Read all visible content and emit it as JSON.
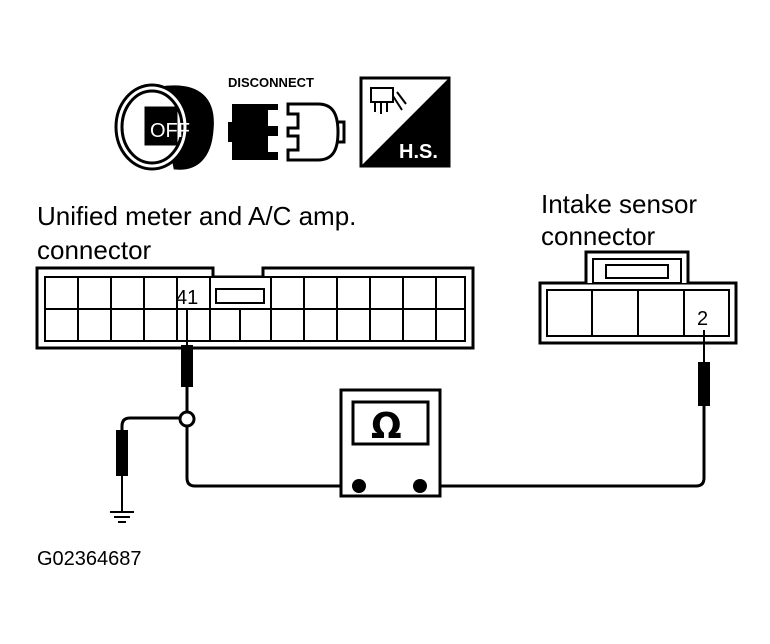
{
  "icons": {
    "ignition": {
      "icon": "ignition-key-off-icon",
      "text": "OFF"
    },
    "disconnect": {
      "icon": "disconnect-connector-icon",
      "text": "DISCONNECT"
    },
    "harness": {
      "icon": "harness-side-icon",
      "text": "H.S."
    }
  },
  "connector_left": {
    "label_line1": "Unified meter and A/C amp.",
    "label_line2": "connector",
    "pin": "41"
  },
  "connector_right": {
    "label_line1": "Intake sensor",
    "label_line2": "connector",
    "pin": "2"
  },
  "meter": {
    "symbol": "Ω"
  },
  "figure_code": "G02364687"
}
